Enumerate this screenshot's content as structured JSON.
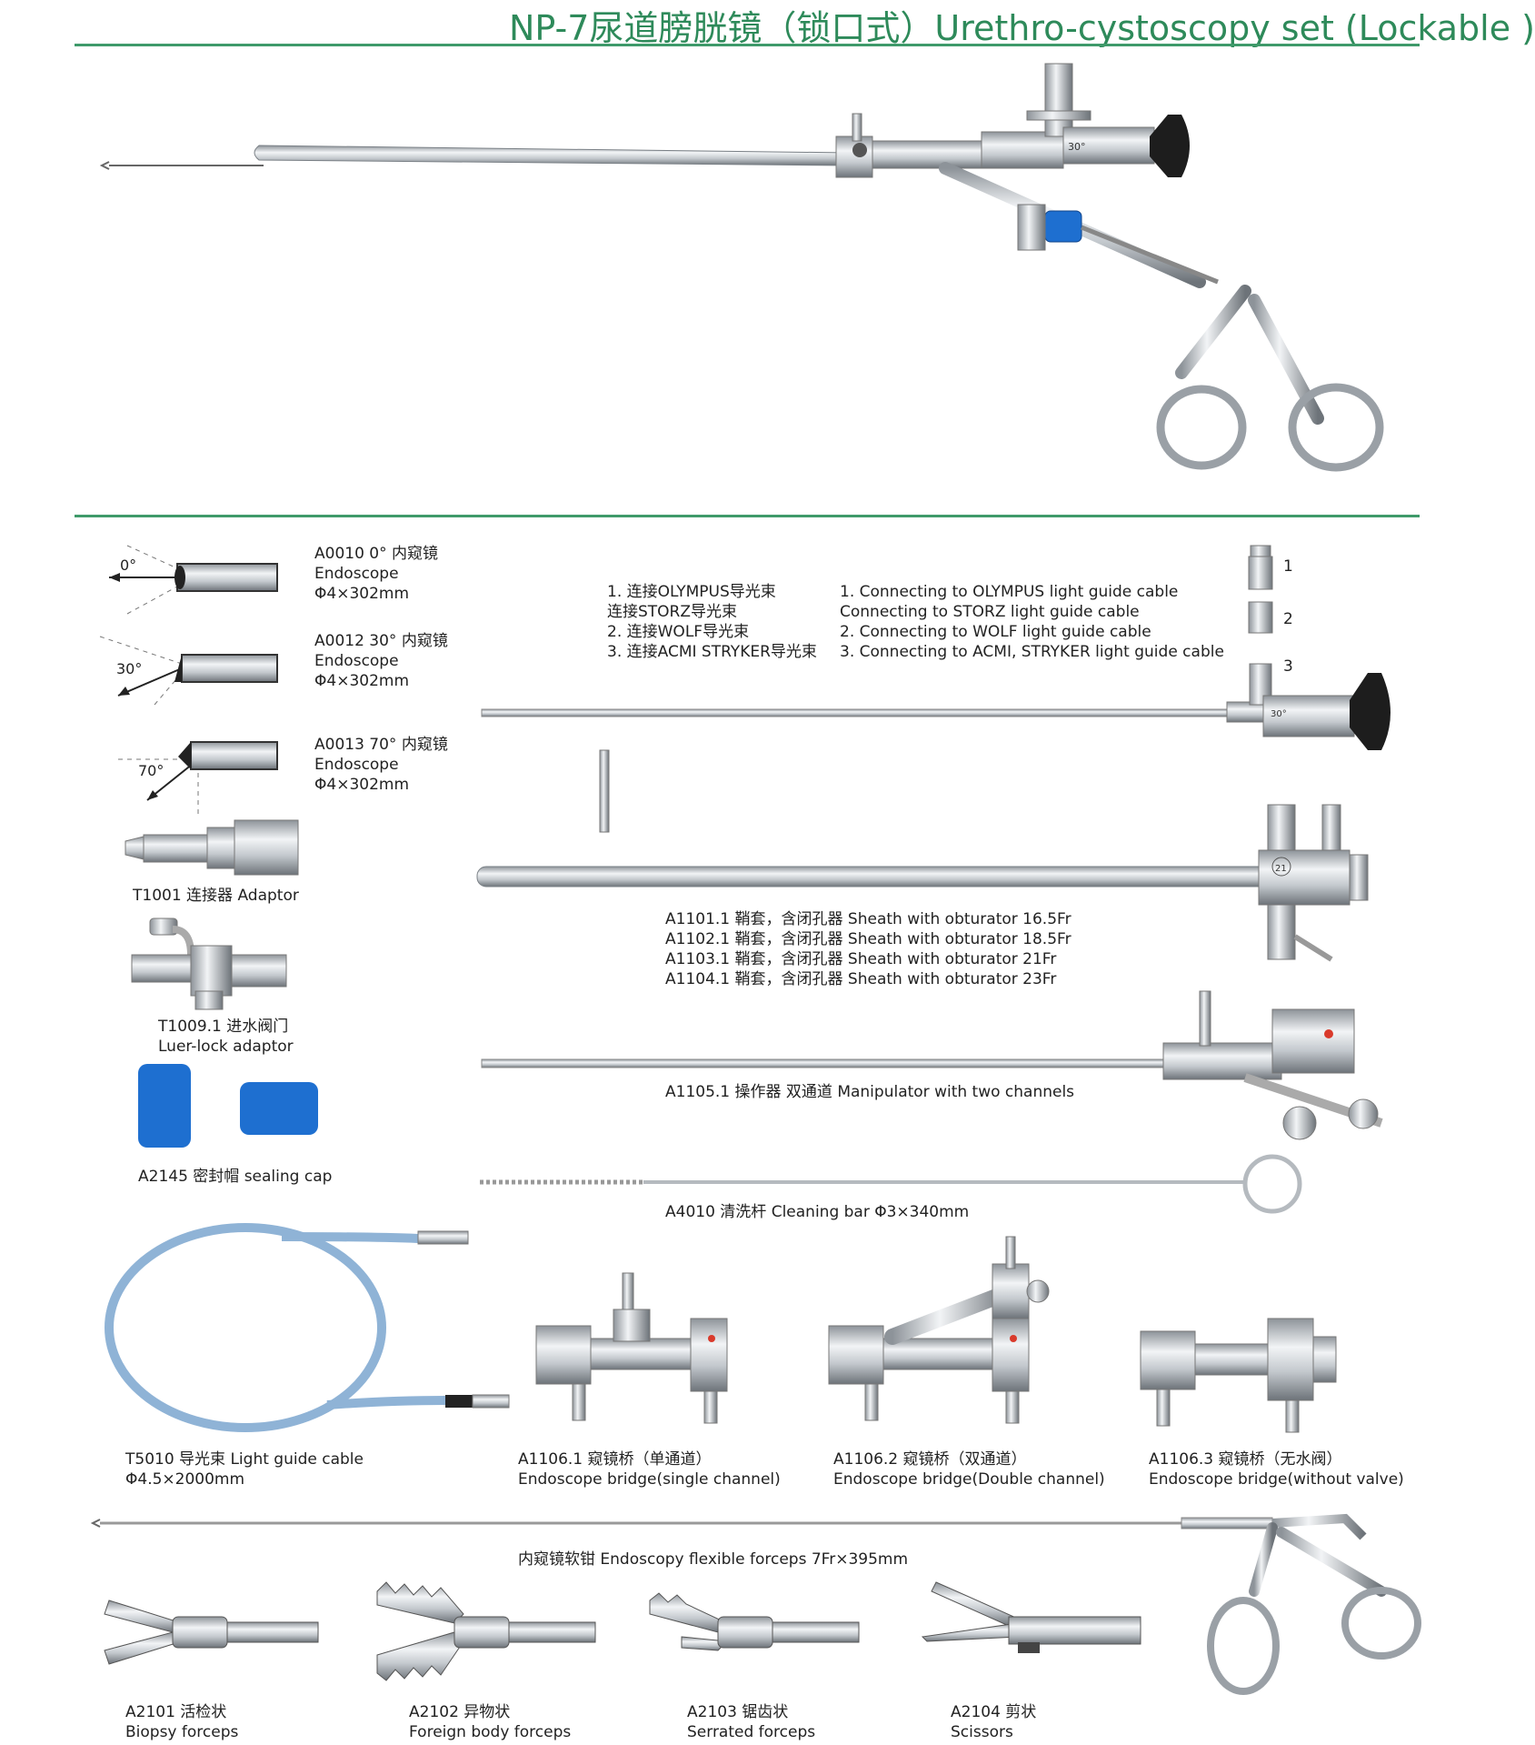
{
  "title": "NP-7尿道膀胱镜（锁口式）Urethro-cystoscopy set (Lockable )",
  "colors": {
    "accent": "#3f9a6a",
    "blue_part": "#1e6fd0",
    "cable": "#8fb3d6",
    "steel": "#b9bec4"
  },
  "endoscopes": [
    {
      "angle": "0°",
      "line1": "A0010  0° 内窥镜",
      "line2": "Endoscope",
      "line3": "Φ4×302mm"
    },
    {
      "angle": "30°",
      "line1": "A0012  30° 内窥镜",
      "line2": "Endoscope",
      "line3": "Φ4×302mm"
    },
    {
      "angle": "70°",
      "line1": "A0013  70° 内窥镜",
      "line2": "Endoscope",
      "line3": "Φ4×302mm"
    }
  ],
  "adaptor": "T1001 连接器 Adaptor",
  "luer": {
    "line1": "T1009.1 进水阀门",
    "line2": "Luer-lock adaptor"
  },
  "sealing_cap": "A2145 密封帽 sealing cap",
  "connections_cn": [
    "1. 连接OLYMPUS导光束",
    "    连接STORZ导光束",
    "2. 连接WOLF导光束",
    "3. 连接ACMI STRYKER导光束"
  ],
  "connections_en": [
    "1.  Connecting to OLYMPUS light guide cable",
    "     Connecting to STORZ light guide cable",
    "2.  Connecting to WOLF light guide cable",
    "3.  Connecting to ACMI, STRYKER light guide cable"
  ],
  "connector_numbers": [
    "1",
    "2",
    "3"
  ],
  "scope_marking": "30°",
  "sheath_number": "21",
  "sheaths": [
    "A1101.1 鞘套，含闭孔器  Sheath with obturator  16.5Fr",
    "A1102.1 鞘套，含闭孔器  Sheath with obturator  18.5Fr",
    "A1103.1 鞘套，含闭孔器  Sheath with obturator  21Fr",
    "A1104.1 鞘套，含闭孔器  Sheath with obturator  23Fr"
  ],
  "manipulator": "A1105.1 操作器 双通道 Manipulator with two channels",
  "cleaning_bar": "A4010 清洗杆 Cleaning bar Φ3×340mm",
  "light_cable": {
    "line1": "T5010 导光束 Light guide cable",
    "line2": "Φ4.5×2000mm"
  },
  "bridges": [
    {
      "line1": "A1106.1 窥镜桥（单通道）",
      "line2": "Endoscope bridge(single channel)"
    },
    {
      "line1": "A1106.2 窥镜桥（双通道）",
      "line2": "Endoscope bridge(Double channel)"
    },
    {
      "line1": "A1106.3 窥镜桥（无水阀）",
      "line2": "Endoscope bridge(without valve)"
    }
  ],
  "flexible_forceps": "内窥镜软钳 Endoscopy flexible forceps 7Fr×395mm",
  "forceps_tips": [
    {
      "line1": "A2101 活检状",
      "line2": "Biopsy forceps"
    },
    {
      "line1": "A2102 异物状",
      "line2": "Foreign body forceps"
    },
    {
      "line1": "A2103 锯齿状",
      "line2": "Serrated forceps"
    },
    {
      "line1": "A2104 剪状",
      "line2": "Scissors"
    }
  ]
}
